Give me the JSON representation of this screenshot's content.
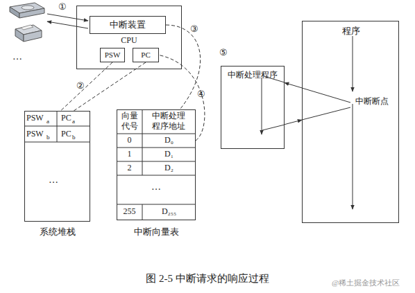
{
  "diagram": {
    "caption": "图 2-5 中断请求的响应过程",
    "nodes": [
      {
        "text": [
          "CPU"
        ]
      },
      {
        "text": [
          "中断装置"
        ],
        "in": 0
      },
      {
        "text": [
          "PSW"
        ],
        "in": 0
      },
      {
        "text": [
          "PC"
        ],
        "in": 0
      },
      {
        "text": [
          "系统堆栈"
        ]
      },
      {
        "text": [
          "中断向量表"
        ]
      },
      {
        "text": [
          "中断处理程序"
        ]
      },
      {
        "text": [
          "程序",
          "中断断点"
        ]
      }
    ],
    "edges": [
      {
        "from": 2,
        "to": 4,
        "arrow": "none"
      },
      {
        "from": 3,
        "to": 4,
        "arrow": "none"
      },
      {
        "from": 1,
        "to": 5,
        "arrow": "none"
      },
      {
        "from": 5,
        "to": 3,
        "arrow": "none"
      },
      {
        "from": 7,
        "to": 6,
        "arrow": "to"
      },
      {
        "from": 6,
        "to": 7,
        "arrow": "to"
      }
    ],
    "labels": [
      "…",
      "①",
      "②",
      "③",
      "④",
      "⑤",
      "PSW",
      "a",
      "PC",
      "a",
      "PSW",
      "b",
      "PC",
      "b",
      "…",
      "向量代号",
      "中断处理程序地址",
      "0",
      "D₀",
      "1",
      "D₁",
      "2",
      "D₂",
      "…",
      "255",
      "D₂₅₅",
      "@稀土掘金技术社区"
    ]
  }
}
